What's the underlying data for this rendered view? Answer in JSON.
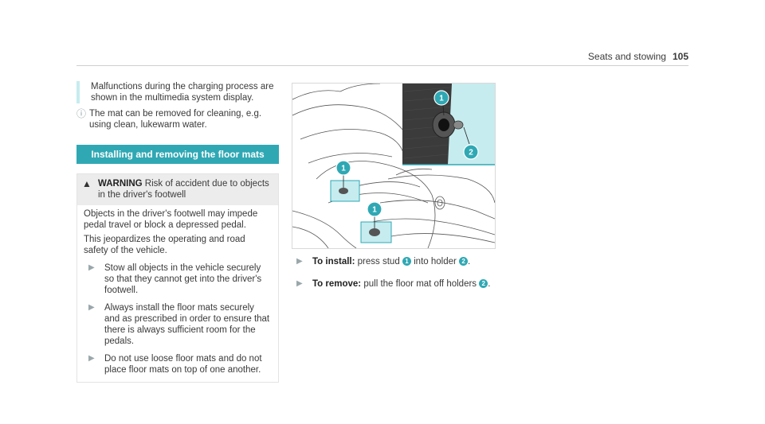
{
  "header": {
    "section_title": "Seats and stowing",
    "page_number": "105"
  },
  "notes": {
    "malfunction": "Malfunctions during the charging process are shown in the multimedia system display.",
    "info_icon": "info-icon",
    "cleaning": "The mat can be removed for cleaning, e.g. using clean, lukewarm water."
  },
  "section": {
    "title": "Installing and removing the floor mats"
  },
  "warning": {
    "label": "WARNING",
    "title": "Risk of accident due to objects in the driver's footwell",
    "body1": "Objects in the driver's footwell may impede pedal travel or block a depressed pedal.",
    "body2": "This jeopardizes the operating and road safety of the vehicle.",
    "bullets": [
      "Stow all objects in the vehicle securely so that they cannot get into the driver's footwell.",
      "Always install the floor mats securely and as prescribed in order to ensure that there is always sufficient room for the pedals.",
      "Do not use loose floor mats and do not place floor mats on top of one another."
    ]
  },
  "figure": {
    "callouts": [
      "1",
      "2",
      "1",
      "1"
    ]
  },
  "steps": [
    {
      "label": "To install:",
      "text_a": "press stud",
      "badge_a": "1",
      "text_b": "into holder",
      "badge_b": "2",
      "end": "."
    },
    {
      "label": "To remove:",
      "text_a": "pull the floor mat off holders",
      "badge_a": "2",
      "end": "."
    }
  ],
  "colors": {
    "accent": "#2fa8b4",
    "light_accent": "#c6ecef",
    "warning_bg": "#ececec"
  }
}
